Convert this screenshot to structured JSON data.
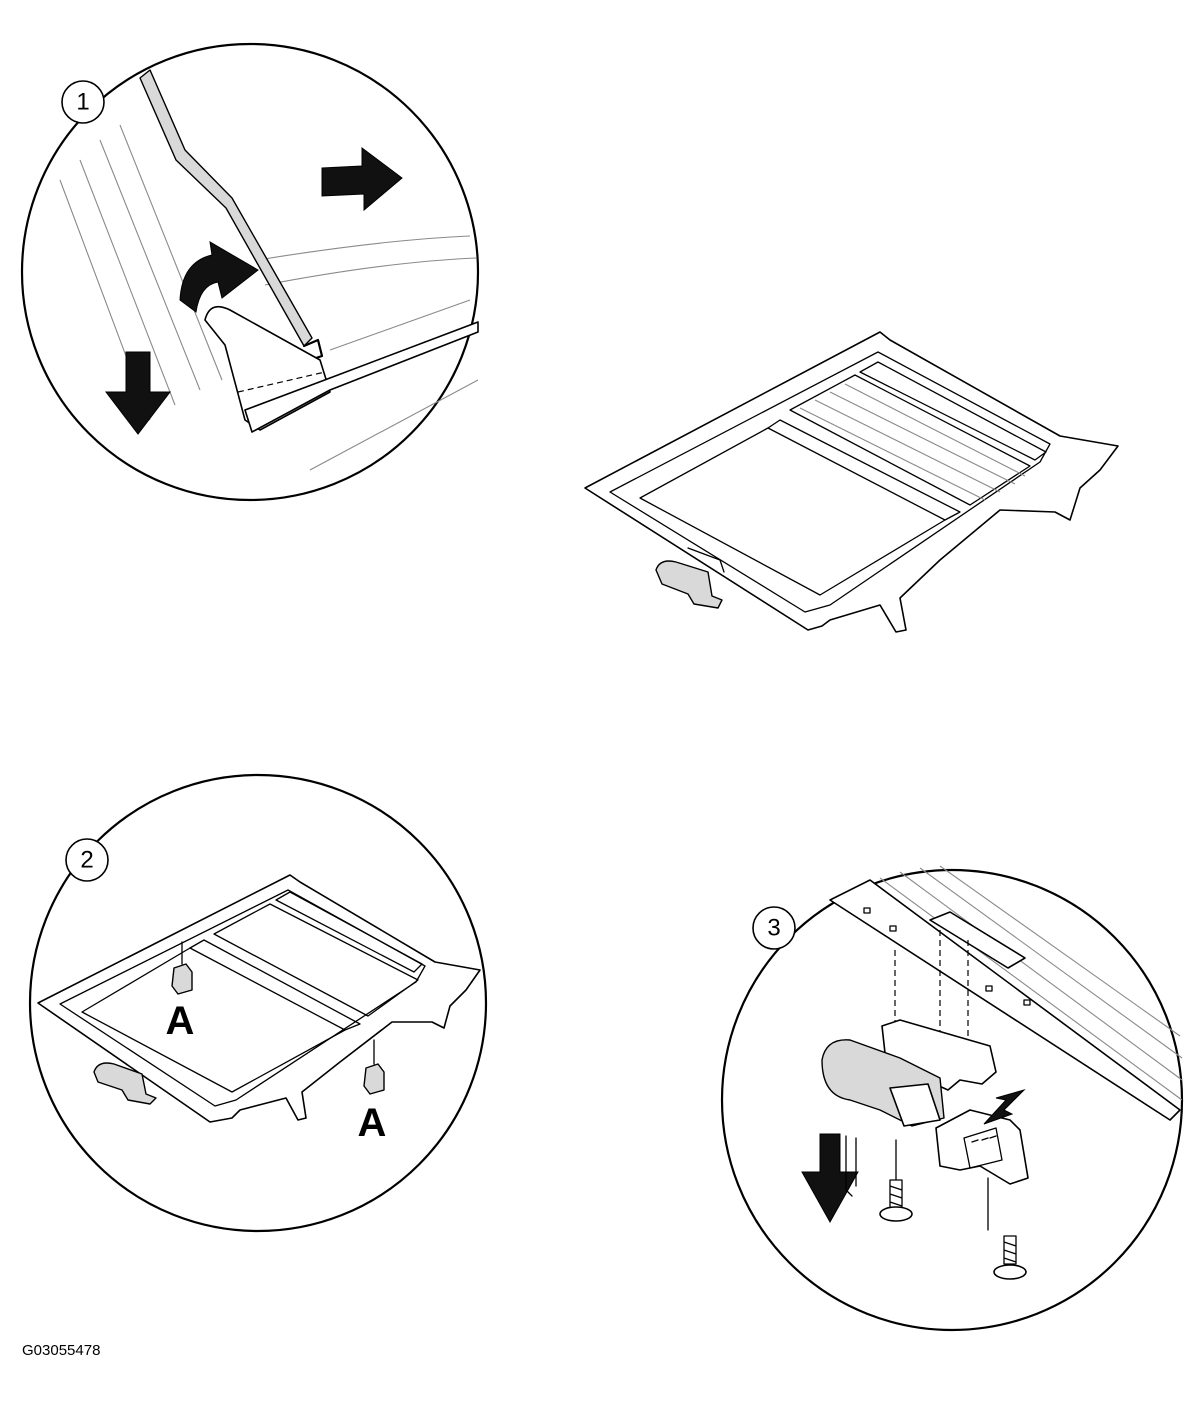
{
  "callouts": {
    "step1": "1",
    "step2": "2",
    "step3": "3"
  },
  "labels": {
    "a_left": "A",
    "a_right": "A"
  },
  "figure_id": "G03055478"
}
